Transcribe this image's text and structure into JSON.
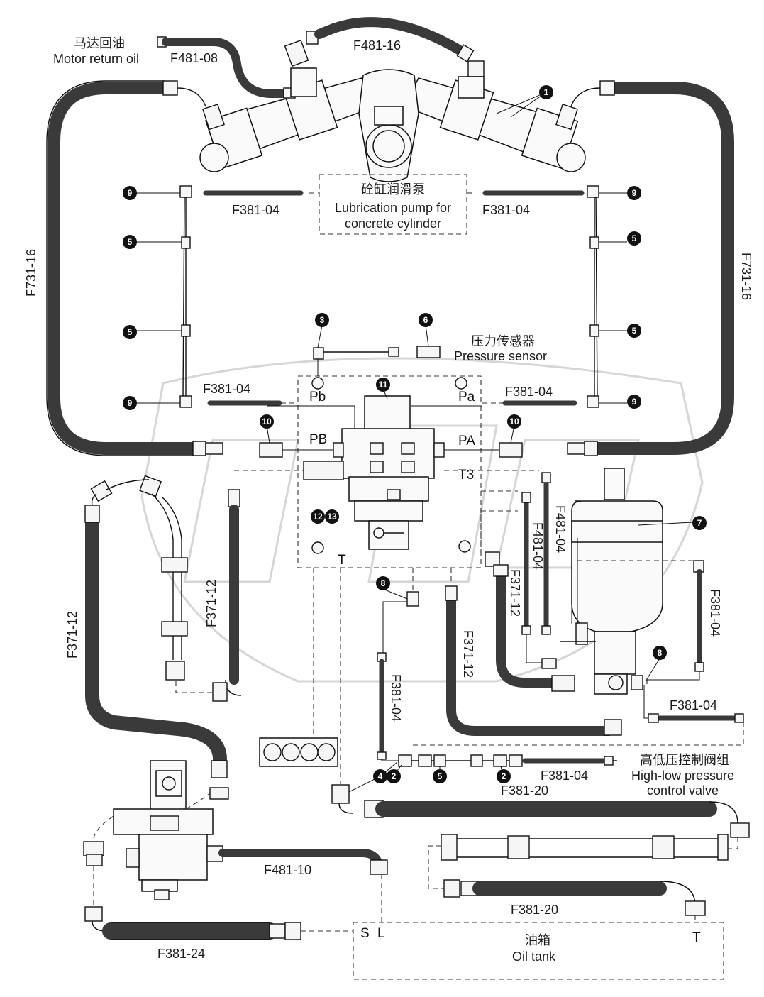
{
  "hoses": {
    "top_left": "F481-08",
    "top_center": "F481-16",
    "loop_left": "F731-16",
    "loop_right": "F731-16",
    "lub_top_left": "F381-04",
    "lub_top_right": "F381-04",
    "lub_bottom_left": "F381-04",
    "lub_bottom_right": "F381-04",
    "mid_left_vertical": "F371-12",
    "far_left_vertical": "F371-12",
    "center_right_a": "F371-12",
    "center_right_b": "F371-12",
    "center_f481": "F481-04",
    "right_f381": "F381-04",
    "bottom_right_f381": "F381-04",
    "center_f381_vertical": "F381-04",
    "valve_f381_04": "F381-04",
    "valve_f381_20": "F381-20",
    "pump_out": "F481-10",
    "tank_return": "F381-20",
    "suction": "F381-24"
  },
  "labels": {
    "motor_return_cn": "马达回油",
    "motor_return_en": "Motor return oil",
    "lub_pump_cn": "砼缸润滑泵",
    "lub_pump_en_1": "Lubrication pump for",
    "lub_pump_en_2": "concrete cylinder",
    "pressure_sensor_cn": "压力传感器",
    "pressure_sensor_en": "Pressure sensor",
    "hl_valve_cn": "高低压控制阀组",
    "hl_valve_en_1": "High-low pressure",
    "hl_valve_en_2": "control valve",
    "oil_tank_cn": "油箱",
    "oil_tank_en": "Oil tank"
  },
  "ports": {
    "pb_small": "Pb",
    "pa_small": "Pa",
    "pb": "PB",
    "pa": "PA",
    "t3": "T3",
    "t_valve": "T",
    "s": "S",
    "l": "L",
    "t_tank": "T"
  },
  "callouts": {
    "c1": "1",
    "c2": "2",
    "c3": "3",
    "c4": "4",
    "c5": "5",
    "c6": "6",
    "c7": "7",
    "c8": "8",
    "c9": "9",
    "c10": "10",
    "c11": "11",
    "c12": "12",
    "c13": "13"
  },
  "colors": {
    "hose": "#3a3a3a",
    "line": "#222222",
    "dashed": "#333333",
    "fitting": "#f4f4f4"
  }
}
